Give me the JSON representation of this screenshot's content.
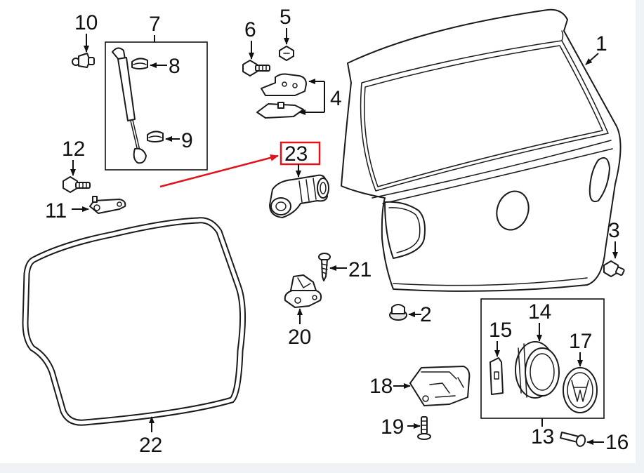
{
  "colors": {
    "background": "#f0f3f6",
    "paper": "#ffffff",
    "highlight": "#e0121b",
    "line": "#1a1a1a"
  },
  "callouts": {
    "c1": "1",
    "c2": "2",
    "c3": "3",
    "c4": "4",
    "c5": "5",
    "c6": "6",
    "c7": "7",
    "c8": "8",
    "c9": "9",
    "c10": "10",
    "c11": "11",
    "c12": "12",
    "c13": "13",
    "c14": "14",
    "c15": "15",
    "c16": "16",
    "c17": "17",
    "c18": "18",
    "c19": "19",
    "c20": "20",
    "c21": "21",
    "c22": "22",
    "c23": "23"
  },
  "highlighted_part": "23"
}
